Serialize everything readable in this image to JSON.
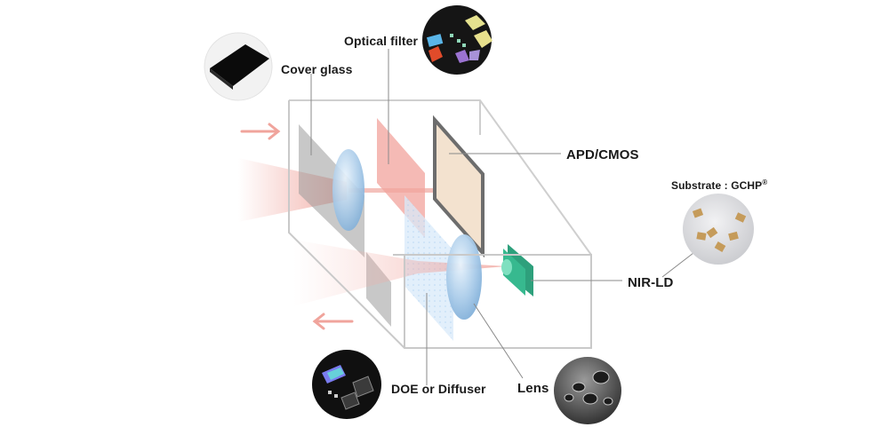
{
  "labels": {
    "cover_glass": "Cover glass",
    "optical_filter": "Optical filter",
    "apd_cmos": "APD/CMOS",
    "substrate_text": "Substrate : GCHP",
    "substrate_mark": "®",
    "nir_ld": "NIR-LD",
    "doe_diffuser": "DOE or Diffuser",
    "lens": "Lens"
  },
  "icons": {
    "incoming_arrow": "arrow-right",
    "outgoing_arrow": "arrow-left"
  },
  "colors": {
    "beam": "#f3b6b0",
    "filter_pink": "#f2a39c",
    "lens_blue": "#a9cbe9",
    "sensor_beige": "#f3e2cf",
    "laser_green": "#37b98f",
    "box_outline": "#c9c9c9",
    "text": "#1a1a1a"
  }
}
